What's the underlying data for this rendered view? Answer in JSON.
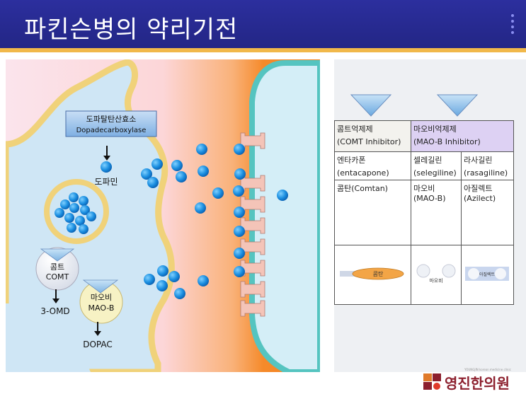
{
  "header": {
    "title": "파킨슨병의 약리기전"
  },
  "diagram": {
    "enzyme_box": {
      "line1": "도파탈탄산효소",
      "line2": "Dopadecarboxylase"
    },
    "dopamine_label": "도파민",
    "comt_label": {
      "line1": "콤트",
      "line2": "COMT"
    },
    "omd_label": "3-OMD",
    "mao_label": {
      "line1": "마오비",
      "line2": "MAO-B"
    },
    "dopac_label": "DOPAC",
    "colors": {
      "neuron_fill": "#cfe6f5",
      "neuron_border": "#f0d27a",
      "vesicle": "#1f8fe0",
      "synapse_orange": "#f7a24a",
      "receptor": "#f4c4b8",
      "post_teal": "#55c4c0"
    }
  },
  "table": {
    "head": {
      "comt": {
        "line1": "콤트억제제",
        "line2": "(COMT Inhibitor)"
      },
      "mao": {
        "line1": "마오비억제제",
        "line2": "(MAO-B Inhibitor)"
      }
    },
    "row1": {
      "c1": {
        "line1": "엔타카폰",
        "line2": "(entacapone)"
      },
      "c2": {
        "line1": "셀레길린",
        "line2": "(selegiline)"
      },
      "c3": {
        "line1": "라사길린",
        "line2": "(rasagiline)"
      }
    },
    "row2": {
      "c1": "콤탄(Comtan)",
      "c2": {
        "line1": "마오비",
        "line2": "(MAO-B)"
      },
      "c3": {
        "line1": "아질렉트",
        "line2": "(Azilect)"
      }
    },
    "pills": {
      "comtan": "콤탄",
      "maobi": "마오비",
      "azilect": "아질렉트"
    }
  },
  "logo": {
    "text": "영진한의원",
    "small": "YOUNGJIN korean medicine clinic"
  }
}
